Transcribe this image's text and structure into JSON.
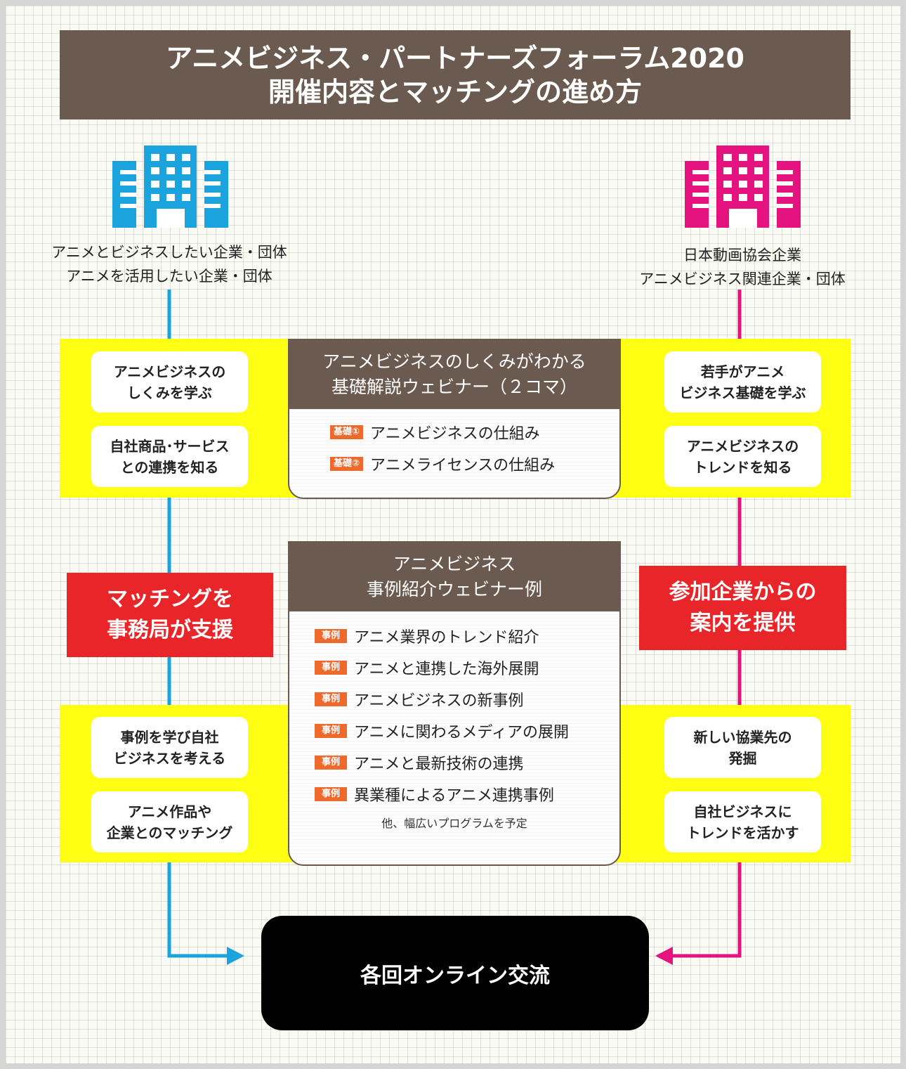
{
  "title": {
    "line1": "アニメビジネス・パートナーズフォーラム2020",
    "line2": "開催内容とマッチングの進め方"
  },
  "left": {
    "icon": "building-icon",
    "color": "#1aa3dc",
    "label_line1": "アニメとビジネスしたい企業・団体",
    "label_line2": "アニメを活用したい企業・団体",
    "upper_boxes": [
      "アニメビジネスの\nしくみを学ぶ",
      "自社商品･サービス\nとの連携を知る"
    ],
    "red_box": "マッチングを\n事務局が支援",
    "lower_boxes": [
      "事例を学び自社\nビジネスを考える",
      "アニメ作品や\n企業とのマッチング"
    ]
  },
  "right": {
    "icon": "building-icon",
    "color": "#e4137f",
    "label_line1": "日本動画協会企業",
    "label_line2": "アニメビジネス関連企業・団体",
    "upper_boxes": [
      "若手がアニメ\nビジネス基礎を学ぶ",
      "アニメビジネスの\nトレンドを知る"
    ],
    "red_box": "参加企業からの\n案内を提供",
    "lower_boxes": [
      "新しい協業先の\n発掘",
      "自社ビジネスに\nトレンドを活かす"
    ]
  },
  "basics_panel": {
    "header": "アニメビジネスのしくみがわかる\n基礎解説ウェビナー（２コマ）",
    "items": [
      {
        "tag": "基礎①",
        "text": "アニメビジネスの仕組み"
      },
      {
        "tag": "基礎②",
        "text": "アニメライセンスの仕組み"
      }
    ]
  },
  "cases_panel": {
    "header": "アニメビジネス\n事例紹介ウェビナー例",
    "items": [
      {
        "tag": "事例",
        "text": "アニメ業界のトレンド紹介"
      },
      {
        "tag": "事例",
        "text": "アニメと連携した海外展開"
      },
      {
        "tag": "事例",
        "text": "アニメビジネスの新事例"
      },
      {
        "tag": "事例",
        "text": "アニメに関わるメディアの展開"
      },
      {
        "tag": "事例",
        "text": "アニメと最新技術の連携"
      },
      {
        "tag": "事例",
        "text": "異業種によるアニメ連携事例"
      }
    ],
    "note": "他、幅広いプログラムを予定"
  },
  "final": {
    "label": "各回オンライン交流"
  },
  "colors": {
    "brown": "#6b5a4f",
    "yellow": "#ffff14",
    "red": "#e8262a",
    "tag_orange": "#ee6a2c"
  }
}
